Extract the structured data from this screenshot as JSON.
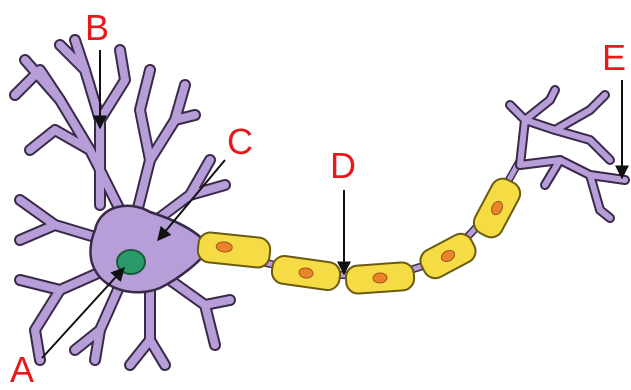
{
  "labels": {
    "a": "A",
    "b": "B",
    "c": "C",
    "d": "D",
    "e": "E"
  },
  "colors": {
    "soma": "#b79ed8",
    "outline": "#3a2a4a",
    "nucleus": "#2a9a6a",
    "myelin": "#f5dc44",
    "myelin_outline": "#6b5a10",
    "schwann_nucleus": "#e8842a",
    "label": "#e8191c",
    "arrow": "#111111"
  }
}
